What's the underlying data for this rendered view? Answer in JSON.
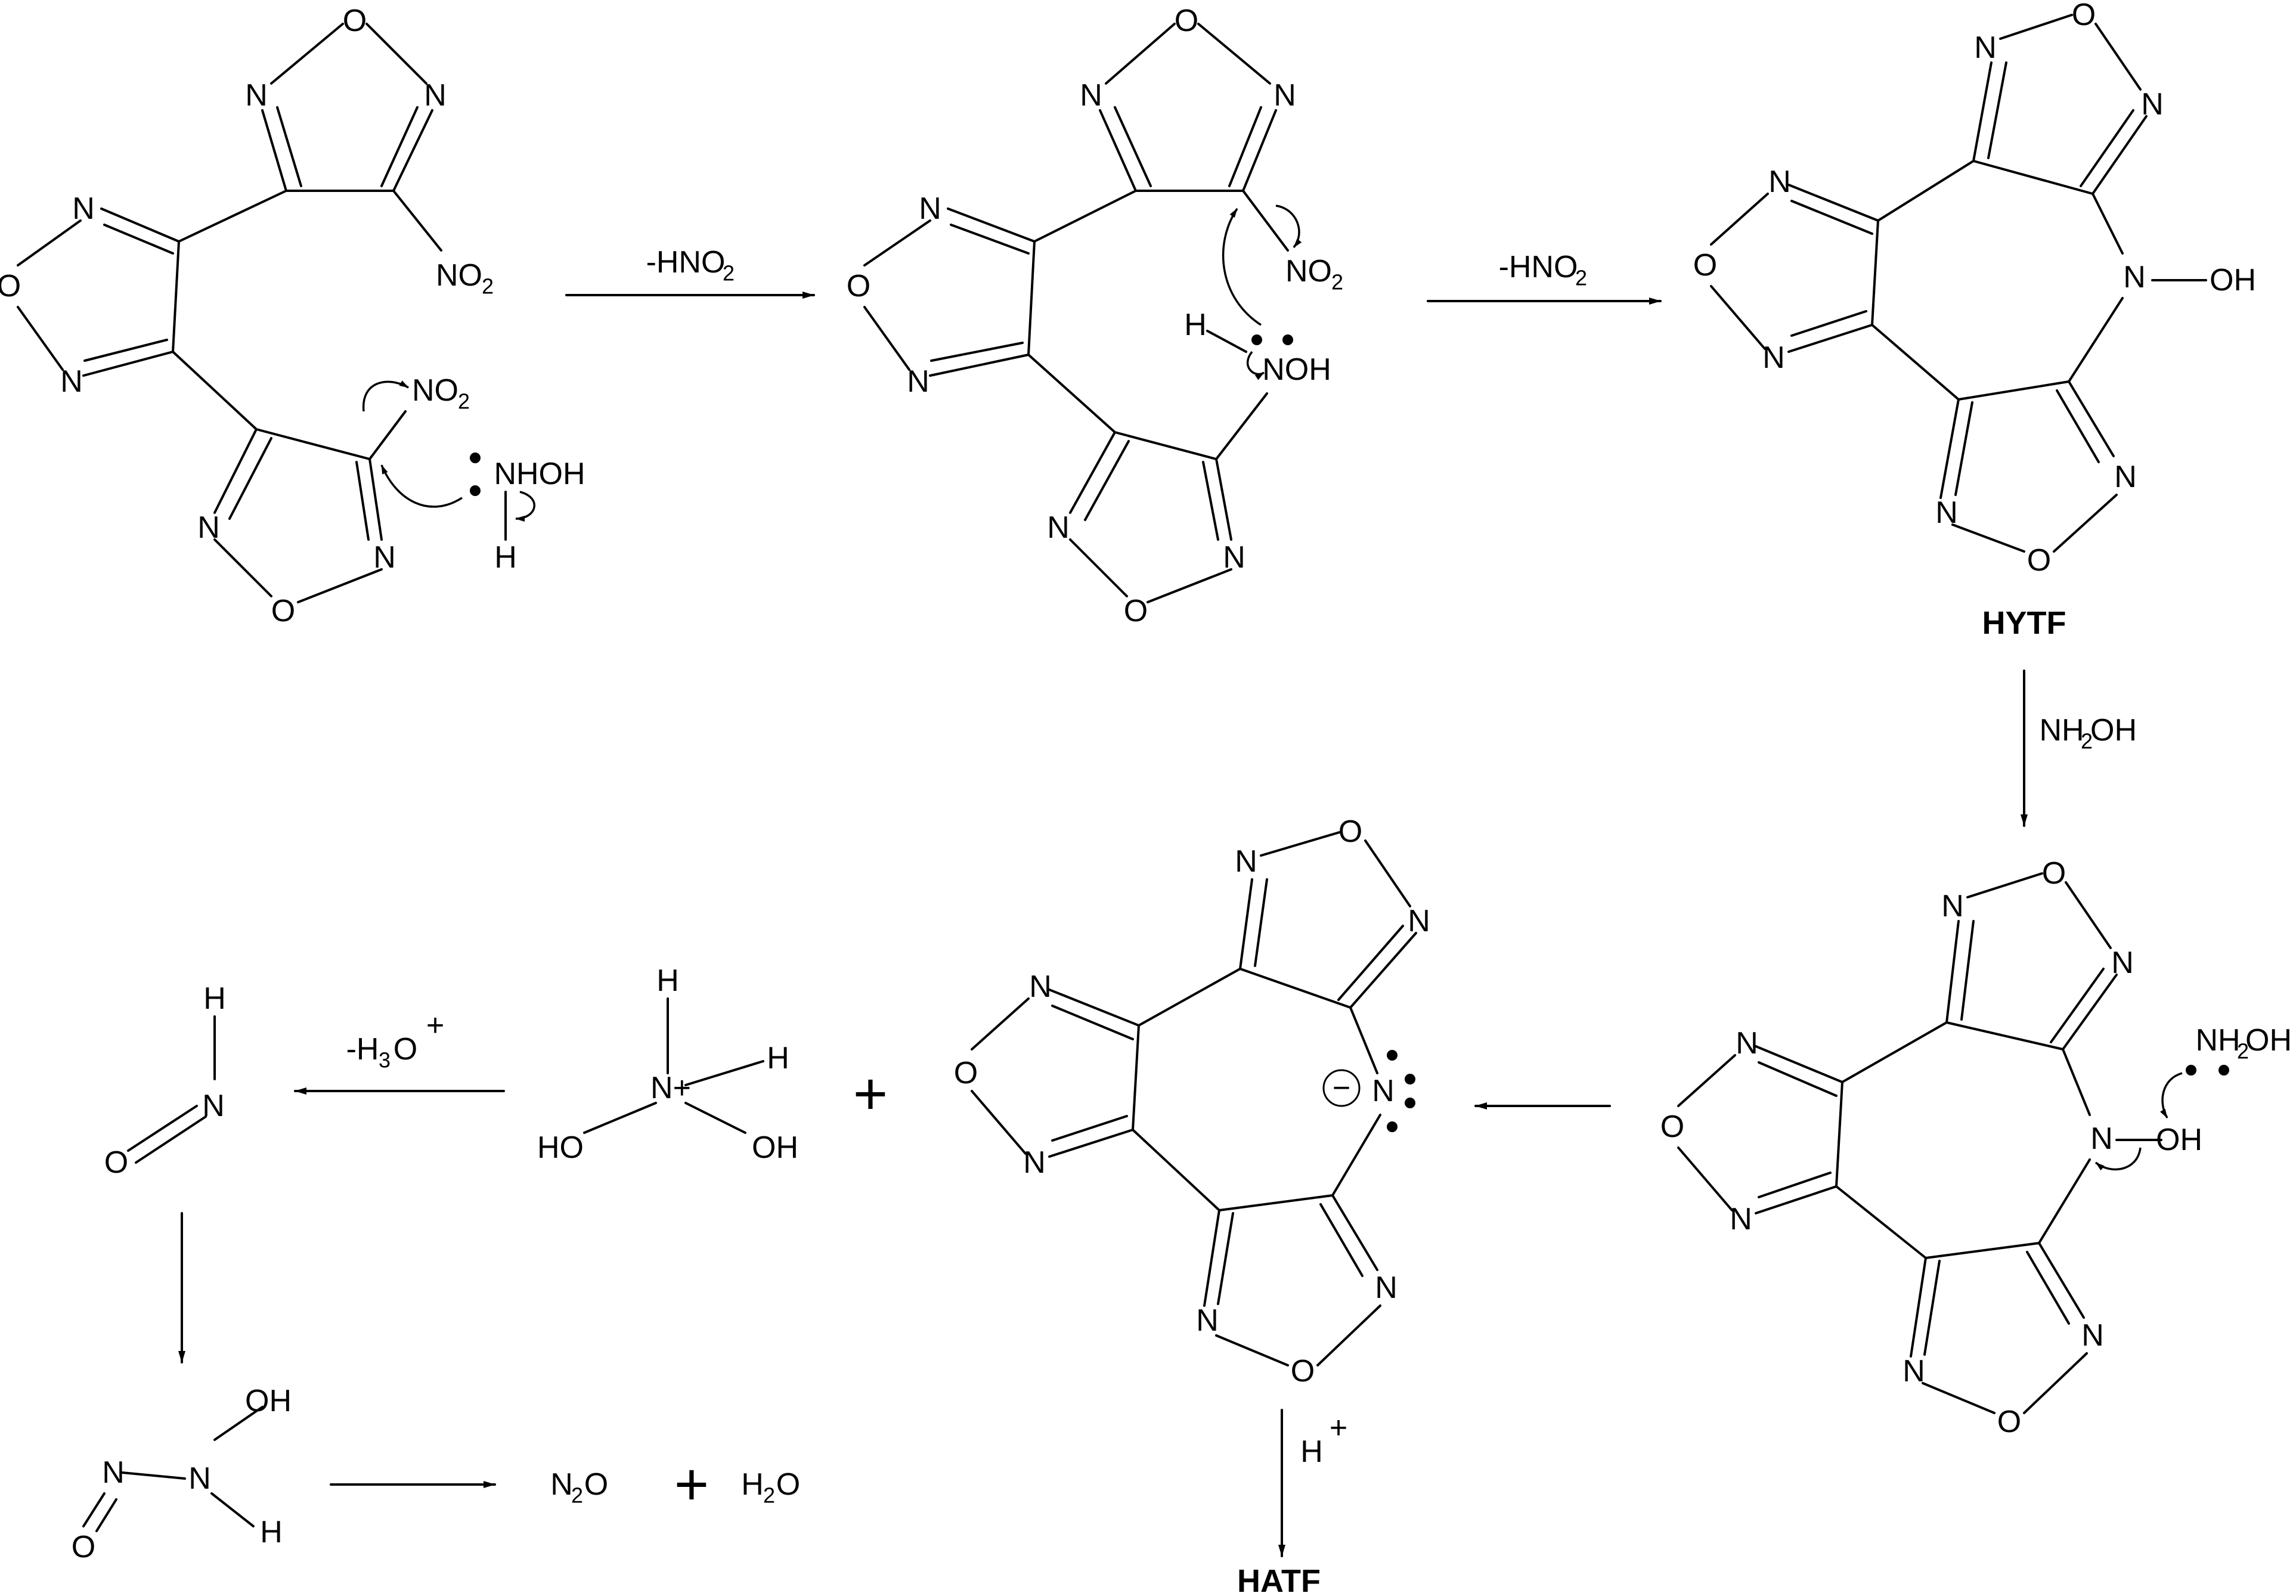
{
  "atoms": {
    "N": "N",
    "O": "O",
    "H": "H",
    "NO2": "NO",
    "NO2_sub": "2",
    "NHOH": "NHOH",
    "NOH": "NOH",
    "OH": "OH",
    "HO": "HO",
    "NH2OH_prefix": "NH",
    "NH2OH_sub": "2",
    "NH2OH_suffix": "OH",
    "N_plus": "N+",
    "minus": "−"
  },
  "reagents": {
    "minus_HNO2_1": "-HNO",
    "minus_HNO2_1_sub": "2",
    "minus_HNO2_2": "-HNO",
    "minus_HNO2_2_sub": "2",
    "NH2OH_arrow": "NH",
    "NH2OH_arrow_sub": "2",
    "NH2OH_arrow_suffix": "OH",
    "H3O_prefix": "-H",
    "H3O_sub": "3",
    "H3O_suffix": "O",
    "H3O_sup": "+",
    "H_plus": "H",
    "H_plus_sup": "+"
  },
  "products": {
    "N2O_prefix": "N",
    "N2O_sub": "2",
    "N2O_suffix": "O",
    "H2O_prefix": "H",
    "H2O_sub": "2",
    "H2O_suffix": "O",
    "plus": "+"
  },
  "compound_labels": {
    "hytf": "HYTF",
    "hatf": "HATF"
  }
}
